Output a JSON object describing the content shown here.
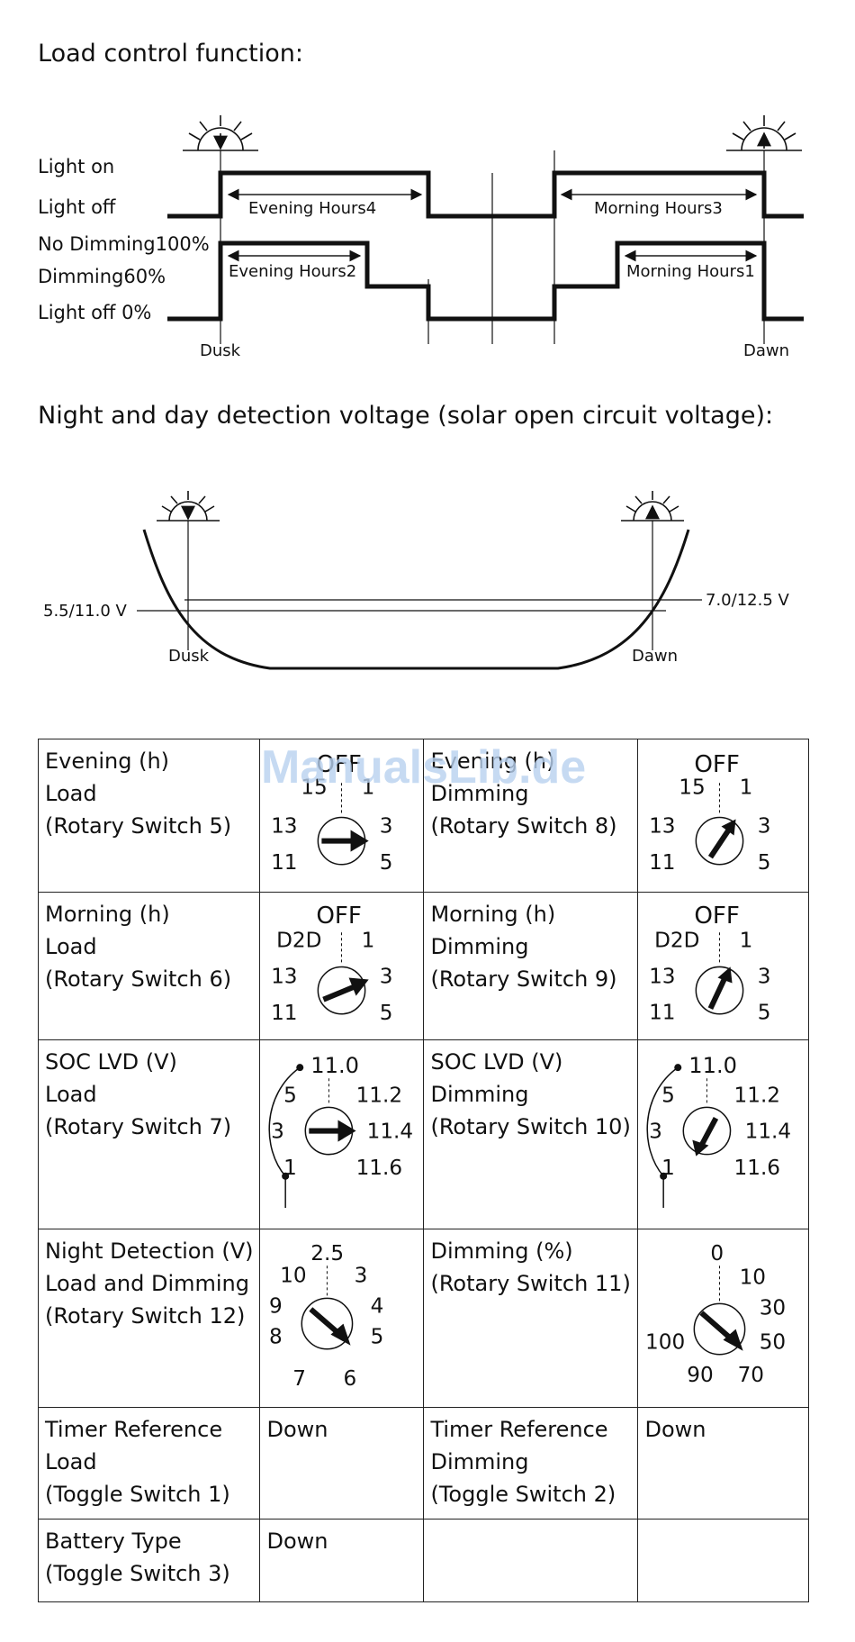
{
  "headings": {
    "load_control": "Load control function:",
    "night_day": "Night and day detection voltage (solar open circuit voltage):"
  },
  "timing_diagram": {
    "labels": {
      "light_on": "Light on",
      "light_off": "Light off",
      "no_dimming": "No Dimming100%",
      "dimming": "Dimming60%",
      "light_off_0": "Light off 0%"
    },
    "evening_hours4": "Evening Hours4",
    "morning_hours3": "Morning Hours3",
    "evening_hours2": "Evening Hours2",
    "morning_hours1": "Morning Hours1",
    "dusk": "Dusk",
    "dawn": "Dawn"
  },
  "voltage_diagram": {
    "left_voltage": "5.5/11.0 V",
    "right_voltage": "7.0/12.5 V",
    "dusk": "Dusk",
    "dawn": "Dawn"
  },
  "watermark": "ManualsLib.de",
  "table": {
    "rows": [
      {
        "left": [
          "Evening (h)",
          "Load",
          "(Rotary Switch 5)"
        ],
        "right": [
          "Evening (h)",
          "Dimming",
          "(Rotary Switch 8)"
        ]
      },
      {
        "left": [
          "Morning (h)",
          "Load",
          "(Rotary Switch 6)"
        ],
        "right": [
          "Morning (h)",
          "Dimming",
          "(Rotary Switch 9)"
        ]
      },
      {
        "left": [
          "SOC LVD (V)",
          "Load",
          "(Rotary Switch 7)"
        ],
        "right": [
          "SOC LVD (V)",
          "Dimming",
          "(Rotary Switch 10)"
        ]
      },
      {
        "left": [
          "Night Detection (V)",
          "Load and Dimming",
          "(Rotary Switch 12)"
        ],
        "right": [
          "Dimming (%)",
          "(Rotary Switch 11)"
        ]
      },
      {
        "left": [
          "Timer Reference",
          "Load",
          "(Toggle Switch 1)"
        ],
        "left_value": "Down",
        "right": [
          "Timer Reference",
          "Dimming",
          "(Toggle Switch 2)"
        ],
        "right_value": "Down"
      },
      {
        "left": [
          "Battery Type",
          "(Toggle Switch 3)"
        ],
        "left_value": "Down"
      }
    ],
    "dials": {
      "evening_load": {
        "top": "OFF",
        "l1": "15",
        "r1": "1",
        "l2": "13",
        "r2": "3",
        "l3": "11",
        "r3": "5"
      },
      "evening_dimming": {
        "top": "OFF",
        "l1": "15",
        "r1": "1",
        "l2": "13",
        "r2": "3",
        "l3": "11",
        "r3": "5"
      },
      "morning_load": {
        "top": "OFF",
        "l1": "D2D",
        "r1": "1",
        "l2": "13",
        "r2": "3",
        "l3": "11",
        "r3": "5"
      },
      "morning_dimming": {
        "top": "OFF",
        "l1": "D2D",
        "r1": "1",
        "l2": "13",
        "r2": "3",
        "l3": "11",
        "r3": "5"
      },
      "soc_load": {
        "top": "11.0",
        "l1": "5",
        "r1": "11.2",
        "l2": "3",
        "r2": "11.4",
        "l3": "1",
        "r3": "11.6"
      },
      "soc_dimming": {
        "top": "11.0",
        "l1": "5",
        "r1": "11.2",
        "l2": "3",
        "r2": "11.4",
        "l3": "1",
        "r3": "11.6"
      },
      "night_detection": {
        "top": "2.5",
        "t1": "10",
        "t2": "3",
        "m1": "9",
        "m2": "4",
        "b1": "8",
        "b2": "5",
        "bb1": "7",
        "bb2": "6"
      },
      "dimming_percent": {
        "top": "0",
        "r1": "10",
        "r2": "30",
        "l3": "100",
        "r3": "50",
        "b1": "90",
        "b2": "70"
      }
    }
  }
}
